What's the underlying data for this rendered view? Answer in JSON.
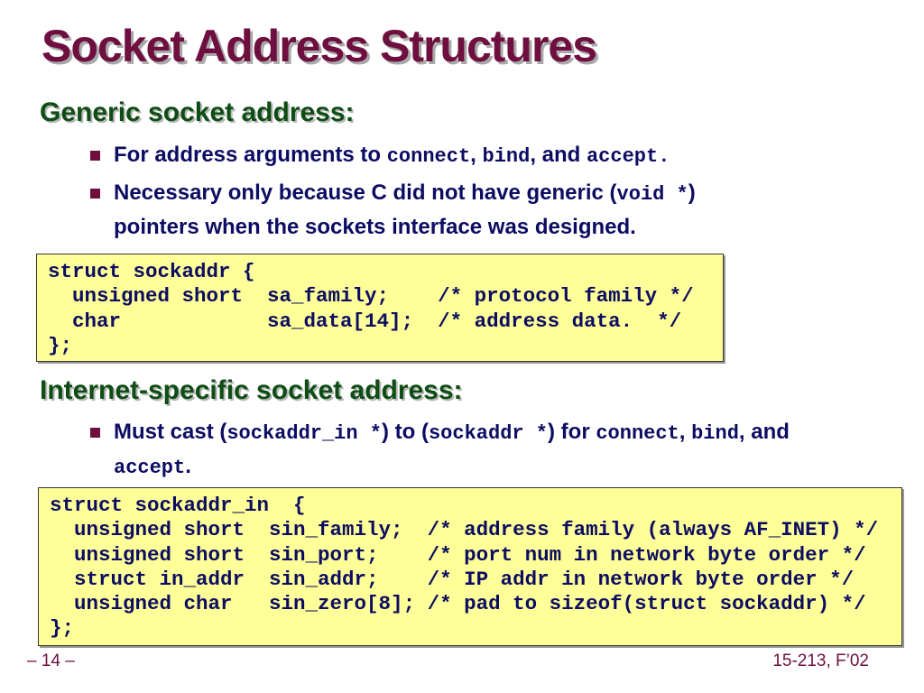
{
  "title": "Socket Address Structures",
  "section1": {
    "heading": "Generic socket address:",
    "bullets": [
      {
        "segments": [
          {
            "text": "For address arguments to ",
            "code": false
          },
          {
            "text": "connect",
            "code": true
          },
          {
            "text": ", ",
            "code": false
          },
          {
            "text": "bind",
            "code": true
          },
          {
            "text": ", and ",
            "code": false
          },
          {
            "text": "accept.",
            "code": true
          }
        ]
      },
      {
        "segments": [
          {
            "text": "Necessary only because C did not have generic (",
            "code": false
          },
          {
            "text": "void *",
            "code": true
          },
          {
            "text": ") pointers when the sockets interface was designed.",
            "code": false
          }
        ]
      }
    ],
    "code": [
      "struct sockaddr {",
      "  unsigned short  sa_family;    /* protocol family */",
      "  char            sa_data[14];  /* address data.  */",
      "};"
    ]
  },
  "section2": {
    "heading": "Internet-specific socket address:",
    "bullets": [
      {
        "segments": [
          {
            "text": "Must cast (",
            "code": false
          },
          {
            "text": "sockaddr_in *",
            "code": true
          },
          {
            "text": ") to (",
            "code": false
          },
          {
            "text": "sockaddr *",
            "code": true
          },
          {
            "text": ") for ",
            "code": false
          },
          {
            "text": "connect",
            "code": true
          },
          {
            "text": ", ",
            "code": false
          },
          {
            "text": "bind",
            "code": true
          },
          {
            "text": ", and ",
            "code": false
          },
          {
            "text": "accept",
            "code": true
          },
          {
            "text": ".",
            "code": false
          }
        ]
      }
    ],
    "code": [
      "struct sockaddr_in  {",
      "  unsigned short  sin_family;  /* address family (always AF_INET) */",
      "  unsigned short  sin_port;    /* port num in network byte order */",
      "  struct in_addr  sin_addr;    /* IP addr in network byte order */",
      "  unsigned char   sin_zero[8]; /* pad to sizeof(struct sockaddr) */",
      "};"
    ]
  },
  "footer": {
    "page": "– 14 –",
    "course": "15-213, F’02"
  }
}
